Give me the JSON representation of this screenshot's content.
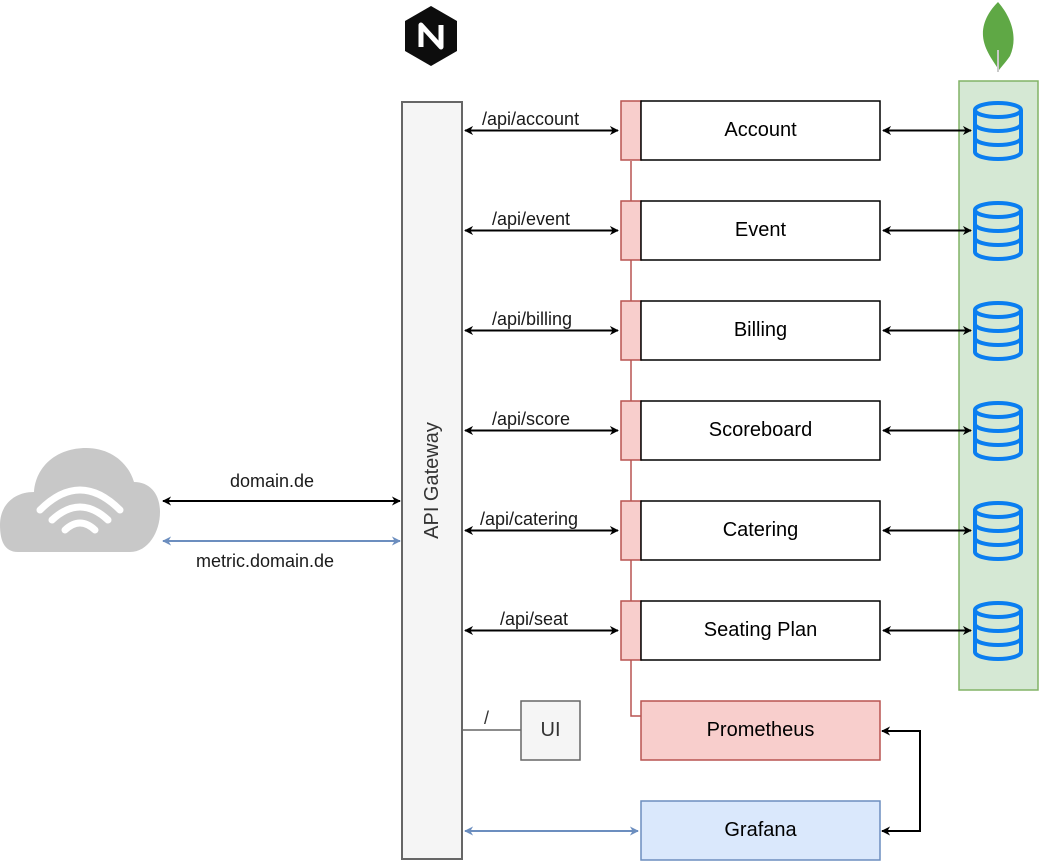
{
  "gateway": {
    "label": "API Gateway"
  },
  "external": {
    "domain_label": "domain.de",
    "metric_label": "metric.domain.de"
  },
  "services": [
    {
      "name": "Account",
      "route": "/api/account"
    },
    {
      "name": "Event",
      "route": "/api/event"
    },
    {
      "name": "Billing",
      "route": "/api/billing"
    },
    {
      "name": "Scoreboard",
      "route": "/api/score"
    },
    {
      "name": "Catering",
      "route": "/api/catering"
    },
    {
      "name": "Seating Plan",
      "route": "/api/seat"
    }
  ],
  "ui": {
    "label": "UI",
    "route": "/"
  },
  "monitoring": {
    "prometheus": "Prometheus",
    "grafana": "Grafana"
  },
  "colors": {
    "black": "#000000",
    "gateway_fill": "#f5f5f5",
    "gateway_stroke": "#666666",
    "service_port_fill": "#f8cecc",
    "service_port_stroke": "#b85450",
    "db_panel_fill": "#d5e8d4",
    "db_panel_stroke": "#82b366",
    "db_icon": "#0a7ef0",
    "grafana_fill": "#dae8fc",
    "grafana_stroke": "#6c8ebf",
    "metric_arrow": "#6c8ebf",
    "cloud": "#c8c8c8",
    "nginx": "#0d0d0d",
    "mongo": "#5fa845"
  },
  "icons": {
    "cloud": "wifi-cloud-icon",
    "nginx": "nginx-logo-icon",
    "mongo": "mongodb-leaf-icon",
    "db": "database-icon"
  }
}
